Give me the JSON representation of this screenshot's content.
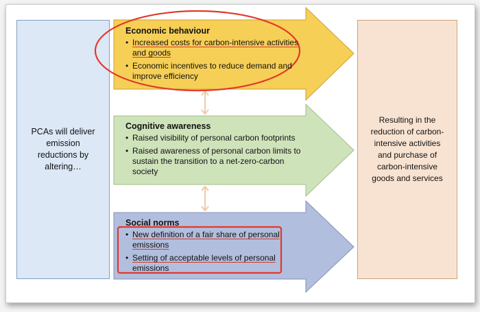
{
  "left_text": "PCAs will deliver emission reductions by altering…",
  "right_text": "Resulting in the reduction of carbon-intensive activities and purchase of carbon-intensive goods and services",
  "blocks": {
    "economic": {
      "title": "Economic behaviour",
      "items": [
        "Increased costs for carbon-intensive activities and goods",
        "Economic incentives to reduce demand and improve efficiency"
      ]
    },
    "cognitive": {
      "title": "Cognitive awareness",
      "items": [
        "Raised visibility of personal carbon footprints",
        "Raised awareness of personal carbon limits to sustain the transition to a net-zero-carbon society"
      ]
    },
    "social": {
      "title": "Social norms",
      "items": [
        "New definition of a fair share of personal emissions",
        "Setting of acceptable levels of personal emissions"
      ]
    }
  },
  "colors": {
    "economic_fill": "#f6cf56",
    "cognitive_fill": "#cfe3bb",
    "social_fill": "#b2bedd",
    "annotation_red": "#e0392b",
    "connector": "#f1c8a8"
  }
}
